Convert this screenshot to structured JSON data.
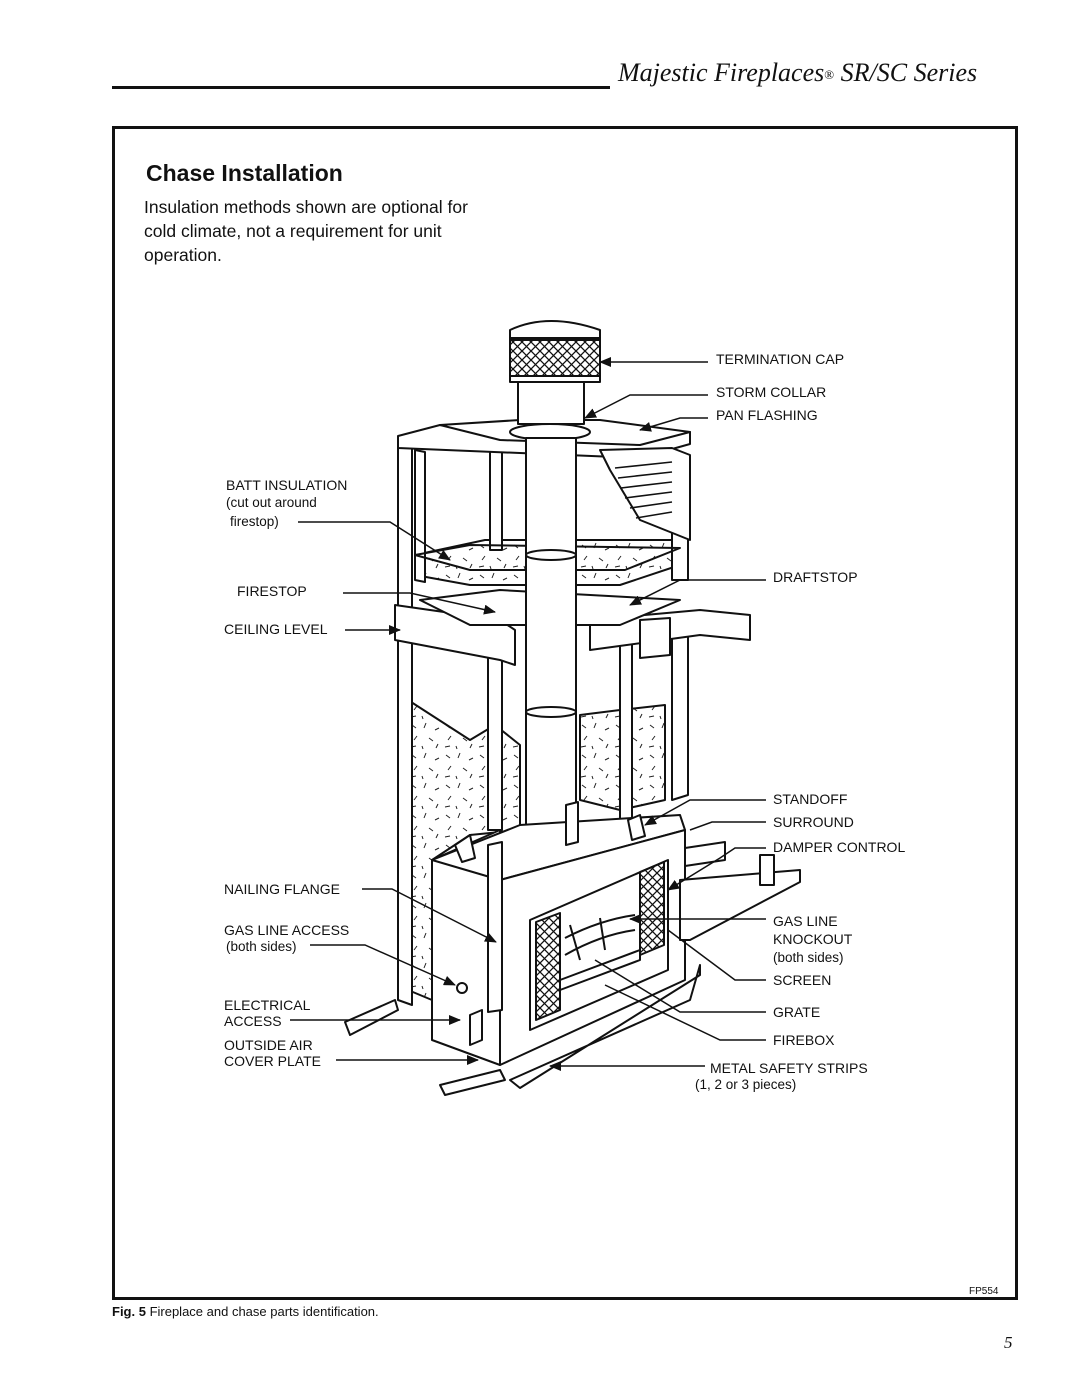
{
  "header": {
    "title_main": "Majestic Fireplaces",
    "title_reg": "®",
    "title_series": " SR/SC Series"
  },
  "section": {
    "title": "Chase Installation",
    "intro": "Insulation methods shown are optional for cold climate, not a requirement for unit operation."
  },
  "labels": {
    "termination_cap": "TERMINATION CAP",
    "storm_collar": "STORM COLLAR",
    "pan_flashing": "PAN FLASHING",
    "batt_insulation": "BATT INSULATION",
    "batt_insulation_note_1": "(cut out around",
    "batt_insulation_note_2": "firestop)",
    "draftstop": "DRAFTSTOP",
    "firestop": "FIRESTOP",
    "ceiling_level": "CEILING LEVEL",
    "standoff": "STANDOFF",
    "surround": "SURROUND",
    "damper_control": "DAMPER CONTROL",
    "nailing_flange": "NAILING FLANGE",
    "gas_line_access": "GAS LINE ACCESS",
    "gas_line_access_note": "(both sides)",
    "gas_line_knockout_1": "GAS LINE",
    "gas_line_knockout_2": "KNOCKOUT",
    "gas_line_knockout_note": "(both sides)",
    "screen": "SCREEN",
    "electrical_access_1": "ELECTRICAL",
    "electrical_access_2": "ACCESS",
    "grate": "GRATE",
    "outside_air_1": "OUTSIDE AIR",
    "outside_air_2": "COVER PLATE",
    "firebox": "FIREBOX",
    "metal_safety_strips": "METAL SAFETY STRIPS",
    "metal_safety_strips_note": "(1, 2 or 3 pieces)"
  },
  "figure": {
    "code": "FP554",
    "caption_num": "Fig. 5",
    "caption_text": " Fireplace and chase parts identification."
  },
  "page_number": "5"
}
